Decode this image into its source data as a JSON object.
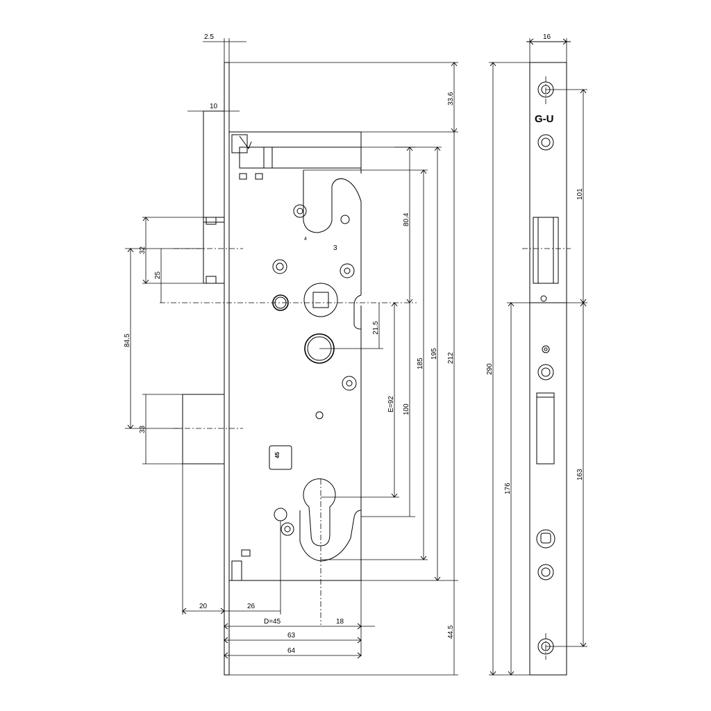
{
  "dimensions": {
    "faceplate_thickness": "2.5",
    "upper_bolt_offset": "10",
    "top_to_latch_axis": "33.6",
    "latch_height": "32",
    "latch_to_follower": "25",
    "latch_to_deadbolt": "84.5",
    "deadbolt_height": "33",
    "follower_to_second": "21.5",
    "distance_e": "E=92",
    "dim_80_4": "80.4",
    "dim_100": "100",
    "dim_185": "185",
    "dim_195": "195",
    "dim_212": "212",
    "bottom_to_end": "44.5",
    "bolt_throw": "20",
    "latch_throw": "26",
    "backset": "D=45",
    "cyl_offset": "18",
    "case_depth_63": "63",
    "case_depth_64": "64",
    "faceplate_width": "16",
    "total_length": "290",
    "upper_screw_spacing": "101",
    "lower_spacing_176": "176",
    "lower_screw_spacing": "163"
  },
  "case_marks": {
    "mark_4": "4",
    "mark_3": "3",
    "badge_45": "45"
  },
  "logo": {
    "text": "G-U"
  }
}
